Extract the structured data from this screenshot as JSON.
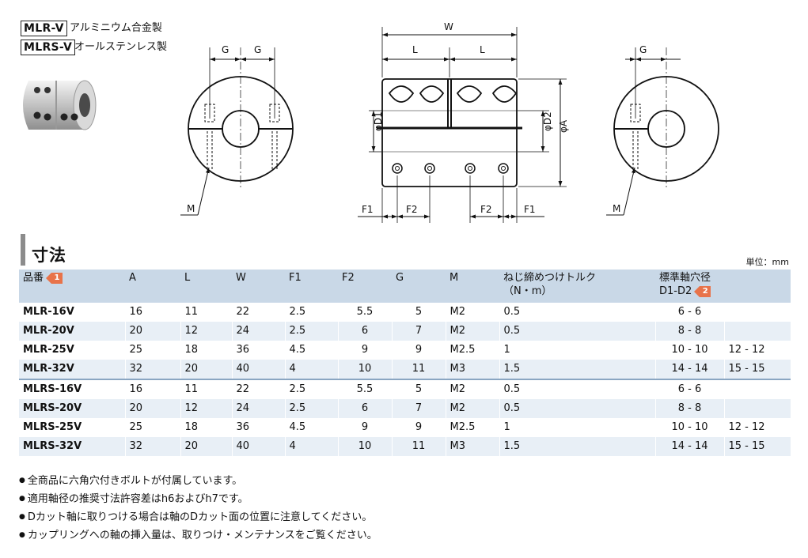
{
  "header": {
    "series": [
      {
        "code": "MLR-V",
        "material": "アルミニウム合金製"
      },
      {
        "code": "MLRS-V",
        "material": "オールステンレス製"
      }
    ]
  },
  "drawing": {
    "left_view": {
      "dim_g1": "G",
      "dim_g2": "G",
      "dim_m": "M"
    },
    "side_view": {
      "dim_w": "W",
      "dim_l1": "L",
      "dim_l2": "L",
      "dim_d1": "φD1",
      "dim_d2": "φD2",
      "dim_a": "φA",
      "dim_f1a": "F1",
      "dim_f2a": "F2",
      "dim_f2b": "F2",
      "dim_f1b": "F1"
    },
    "right_view": {
      "dim_g": "G",
      "dim_m": "M"
    }
  },
  "section": {
    "title": "寸法",
    "unit": "単位：mm"
  },
  "table": {
    "headers": {
      "part": "品番",
      "part_tag": "1",
      "a": "A",
      "l": "L",
      "w": "W",
      "f1": "F1",
      "f2": "F2",
      "g": "G",
      "m": "M",
      "torque_1": "ねじ締めつけトルク",
      "torque_2": "（N・m）",
      "bore_1": "標準軸穴径",
      "bore_2": "D1-D2",
      "bore_tag": "2"
    },
    "rows": [
      {
        "part": "MLR-16V",
        "a": "16",
        "l": "11",
        "w": "22",
        "f1": "2.5",
        "f2": "5.5",
        "g": "5",
        "m": "M2",
        "t": "0.5",
        "b1": "6 - 6",
        "b2": ""
      },
      {
        "part": "MLR-20V",
        "a": "20",
        "l": "12",
        "w": "24",
        "f1": "2.5",
        "f2": "6",
        "g": "7",
        "m": "M2",
        "t": "0.5",
        "b1": "8 - 8",
        "b2": ""
      },
      {
        "part": "MLR-25V",
        "a": "25",
        "l": "18",
        "w": "36",
        "f1": "4.5",
        "f2": "9",
        "g": "9",
        "m": "M2.5",
        "t": "1",
        "b1": "10 - 10",
        "b2": "12 - 12"
      },
      {
        "part": "MLR-32V",
        "a": "32",
        "l": "20",
        "w": "40",
        "f1": "4",
        "f2": "10",
        "g": "11",
        "m": "M3",
        "t": "1.5",
        "b1": "14 - 14",
        "b2": "15 - 15"
      },
      {
        "part": "MLRS-16V",
        "a": "16",
        "l": "11",
        "w": "22",
        "f1": "2.5",
        "f2": "5.5",
        "g": "5",
        "m": "M2",
        "t": "0.5",
        "b1": "6 - 6",
        "b2": ""
      },
      {
        "part": "MLRS-20V",
        "a": "20",
        "l": "12",
        "w": "24",
        "f1": "2.5",
        "f2": "6",
        "g": "7",
        "m": "M2",
        "t": "0.5",
        "b1": "8 - 8",
        "b2": ""
      },
      {
        "part": "MLRS-25V",
        "a": "25",
        "l": "18",
        "w": "36",
        "f1": "4.5",
        "f2": "9",
        "g": "9",
        "m": "M2.5",
        "t": "1",
        "b1": "10 - 10",
        "b2": "12 - 12"
      },
      {
        "part": "MLRS-32V",
        "a": "32",
        "l": "20",
        "w": "40",
        "f1": "4",
        "f2": "10",
        "g": "11",
        "m": "M3",
        "t": "1.5",
        "b1": "14 - 14",
        "b2": "15 - 15"
      }
    ]
  },
  "notes": [
    "全商品に六角穴付きボルトが付属しています。",
    "適用軸径の推奨寸法許容差はh6およびh7です。",
    "Dカット軸に取りつける場合は軸のDカット面の位置に注意してください。",
    "カップリングへの軸の挿入量は、取りつけ・メンテナンスをご覧ください。"
  ]
}
